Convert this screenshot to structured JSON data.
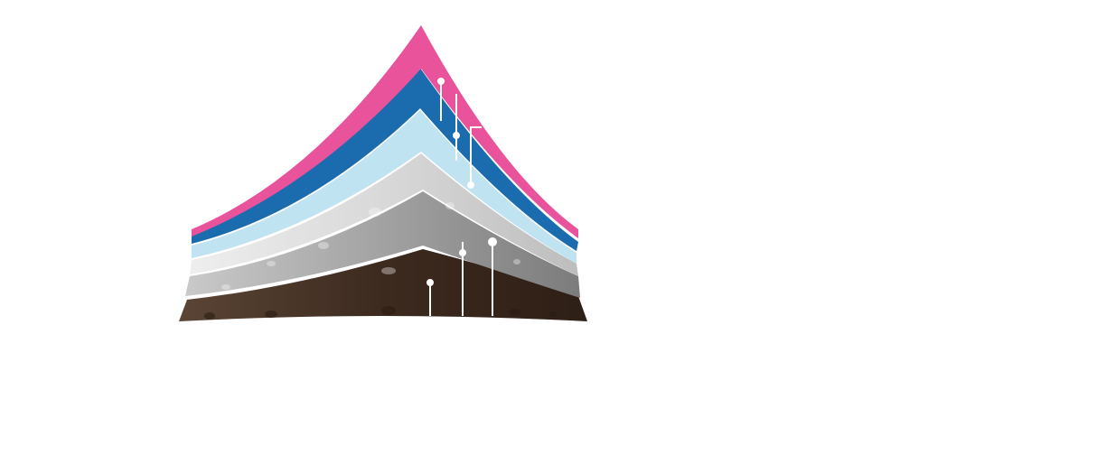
{
  "diagram": {
    "layers": [
      {
        "name": "pink-layer",
        "color": "#e8539b"
      },
      {
        "name": "blue-layer",
        "color": "#1b6cae"
      },
      {
        "name": "light-blue-layer",
        "color": "#bfe3f1"
      },
      {
        "name": "light-gray-layer",
        "color": "#d8d8d8"
      },
      {
        "name": "gray-layer",
        "color": "#9b9b9b"
      },
      {
        "name": "brown-base-layer",
        "color": "#3d2a1f"
      }
    ],
    "leader_line_color": "#ffffff",
    "leader_lines": [
      {
        "name": "leader-line-1"
      },
      {
        "name": "leader-line-2"
      },
      {
        "name": "leader-line-3"
      },
      {
        "name": "leader-line-4"
      },
      {
        "name": "leader-line-5"
      },
      {
        "name": "leader-line-6"
      }
    ]
  }
}
